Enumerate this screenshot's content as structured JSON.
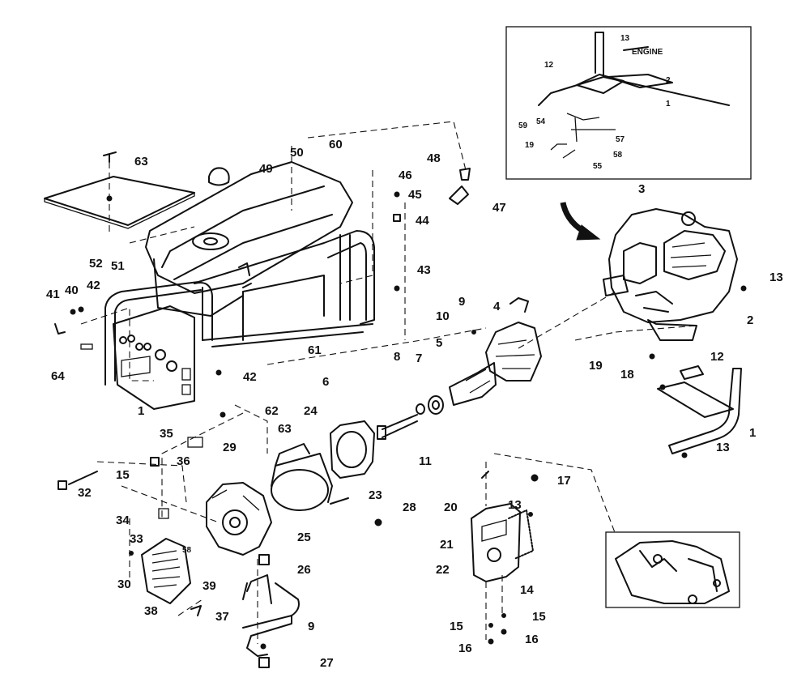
{
  "inset_top": {
    "engine_label": "ENGINE",
    "callouts": [
      "13",
      "12",
      "2",
      "1",
      "54",
      "59",
      "57",
      "19",
      "58",
      "55"
    ]
  },
  "callouts": {
    "c63a": "63",
    "c52": "52",
    "c49": "49",
    "c50": "50",
    "c60": "60",
    "c51": "51",
    "c48": "48",
    "c46": "46",
    "c45": "45",
    "c44": "44",
    "c47": "47",
    "c43": "43",
    "c41": "41",
    "c40": "40",
    "c42a": "42",
    "c64": "64",
    "c1a": "1",
    "c42b": "42",
    "c61": "61",
    "c9a": "9",
    "c10": "10",
    "c4": "4",
    "c5": "5",
    "c8": "8",
    "c7": "7",
    "c3": "3",
    "c13a": "13",
    "c2": "2",
    "c19": "19",
    "c12": "12",
    "c18": "18",
    "c1b": "1",
    "c13b": "13",
    "c6": "6",
    "c24": "24",
    "c62": "62",
    "c63b": "63",
    "c29": "29",
    "c11": "11",
    "c35": "35",
    "c36": "36",
    "c15a": "15",
    "c32": "32",
    "c23": "23",
    "c28": "28",
    "c34": "34",
    "c33": "33",
    "c58": "58",
    "c25": "25",
    "c26": "26",
    "c30": "30",
    "c39": "39",
    "c38": "38",
    "c37": "37",
    "c9b": "9",
    "c27": "27",
    "c20": "20",
    "c17": "17",
    "c13c": "13",
    "c21": "21",
    "c22": "22",
    "c14": "14",
    "c15b": "15",
    "c15c": "15",
    "c16a": "16",
    "c16b": "16"
  }
}
